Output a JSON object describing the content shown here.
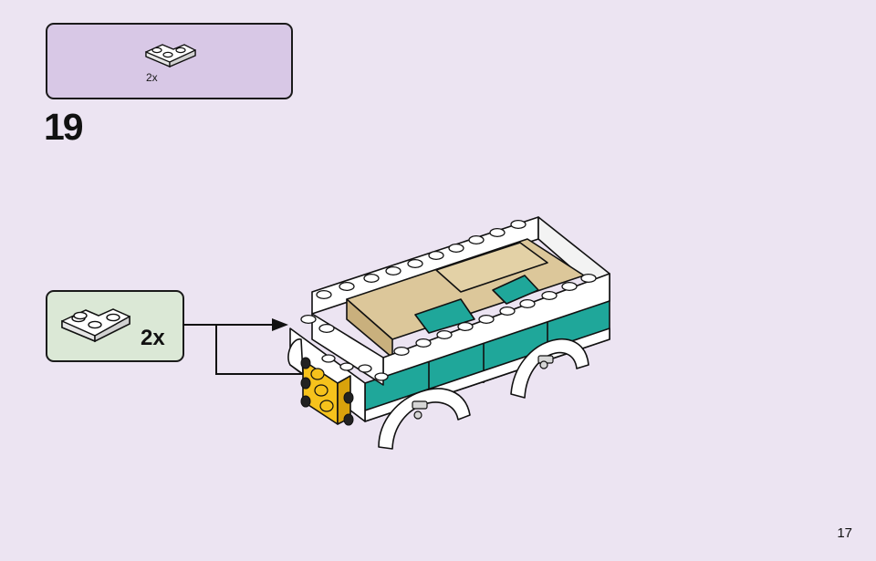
{
  "parts_list": {
    "quantity": "2x",
    "part_icon": "plate-corner-white-icon"
  },
  "step": {
    "number": "19"
  },
  "callout": {
    "quantity": "2x",
    "part_icon": "plate-corner-white-icon"
  },
  "page": {
    "number": "17"
  },
  "colors": {
    "background": "#ece4f2",
    "parts_box": "#d8c8e6",
    "callout_box": "#dbe8d6",
    "teal": "#1fa79a",
    "tan": "#dcc79a",
    "yellow": "#f6c21c",
    "white": "#ffffff"
  }
}
